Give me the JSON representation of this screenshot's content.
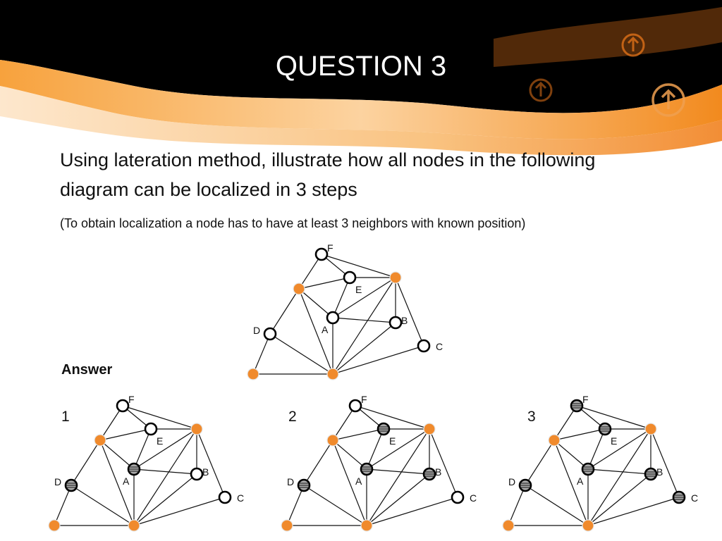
{
  "slide": {
    "title": "QUESTION 3",
    "question": "Using lateration method, illustrate how all nodes in the following diagram can be localized in 3 steps",
    "note": "(To obtain localization a node has to have at least 3 neighbors with known position)",
    "answer_label": "Answer"
  },
  "colors": {
    "anchor": "#f08a2c",
    "unknown": "#ffffff",
    "localized": "#a9a9a9",
    "banner_orange": "#f28a1e"
  },
  "steps": [
    {
      "label": "1",
      "localized": [
        "A",
        "D"
      ]
    },
    {
      "label": "2",
      "localized": [
        "A",
        "D",
        "B",
        "E"
      ]
    },
    {
      "label": "3",
      "localized": [
        "A",
        "D",
        "B",
        "E",
        "F",
        "C"
      ]
    }
  ],
  "graph": {
    "node_labels": [
      "F",
      "E",
      "B",
      "A",
      "D",
      "C"
    ],
    "anchors": [
      "anchor-top-left",
      "anchor-top-right",
      "anchor-bottom-left",
      "anchor-bottom-center"
    ],
    "edges": [
      [
        "F",
        "anchor-top-left"
      ],
      [
        "F",
        "E"
      ],
      [
        "F",
        "anchor-top-right"
      ],
      [
        "anchor-top-left",
        "E"
      ],
      [
        "E",
        "anchor-top-right"
      ],
      [
        "E",
        "A"
      ],
      [
        "anchor-top-left",
        "A"
      ],
      [
        "anchor-top-left",
        "D"
      ],
      [
        "anchor-top-left",
        "anchor-bottom-center"
      ],
      [
        "anchor-top-right",
        "A"
      ],
      [
        "anchor-top-right",
        "B"
      ],
      [
        "anchor-top-right",
        "C"
      ],
      [
        "anchor-top-right",
        "anchor-bottom-center"
      ],
      [
        "A",
        "B"
      ],
      [
        "A",
        "anchor-bottom-center"
      ],
      [
        "B",
        "anchor-bottom-center"
      ],
      [
        "C",
        "anchor-bottom-center"
      ],
      [
        "D",
        "anchor-bottom-center"
      ],
      [
        "D",
        "anchor-bottom-left"
      ],
      [
        "anchor-bottom-left",
        "anchor-bottom-center"
      ]
    ]
  }
}
